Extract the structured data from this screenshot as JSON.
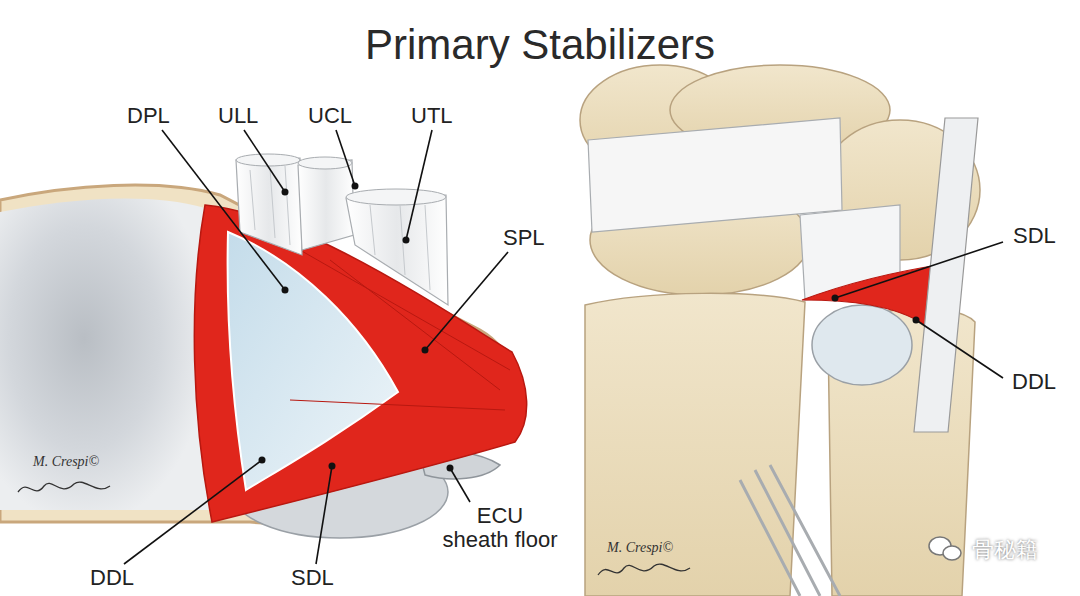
{
  "diagram": {
    "title": "Primary Stabilizers",
    "labels": [
      "DPL",
      "ULL",
      "UCL",
      "UTL",
      "SPL",
      "DDL",
      "SDL",
      "ECU sheath floor",
      "SDL",
      "DDL",
      "M. Crespi©",
      "M. Crespi©",
      "骨秘籍"
    ]
  }
}
